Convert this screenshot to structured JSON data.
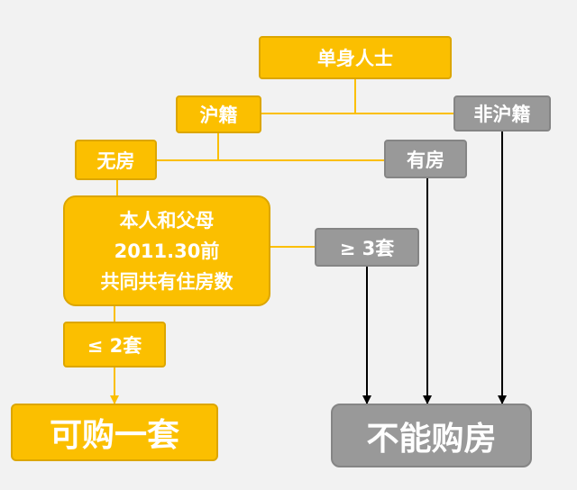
{
  "nodes": {
    "single": "单身人士",
    "local_hukou": "沪籍",
    "non_local_hukou": "非沪籍",
    "no_house": "无房",
    "has_house": "有房",
    "count_question": [
      "本人和父母",
      "2011.30前",
      "共同共有住房数"
    ],
    "ge3": "≥ 3套",
    "le2": "≤ 2套",
    "can_buy": "可购一套",
    "cannot_buy": "不能购房"
  },
  "colors": {
    "yellow": "#fbbf00",
    "gray": "#999999",
    "background": "#f2f2f2",
    "line": "#fbbf00",
    "arrow": "#000000"
  }
}
